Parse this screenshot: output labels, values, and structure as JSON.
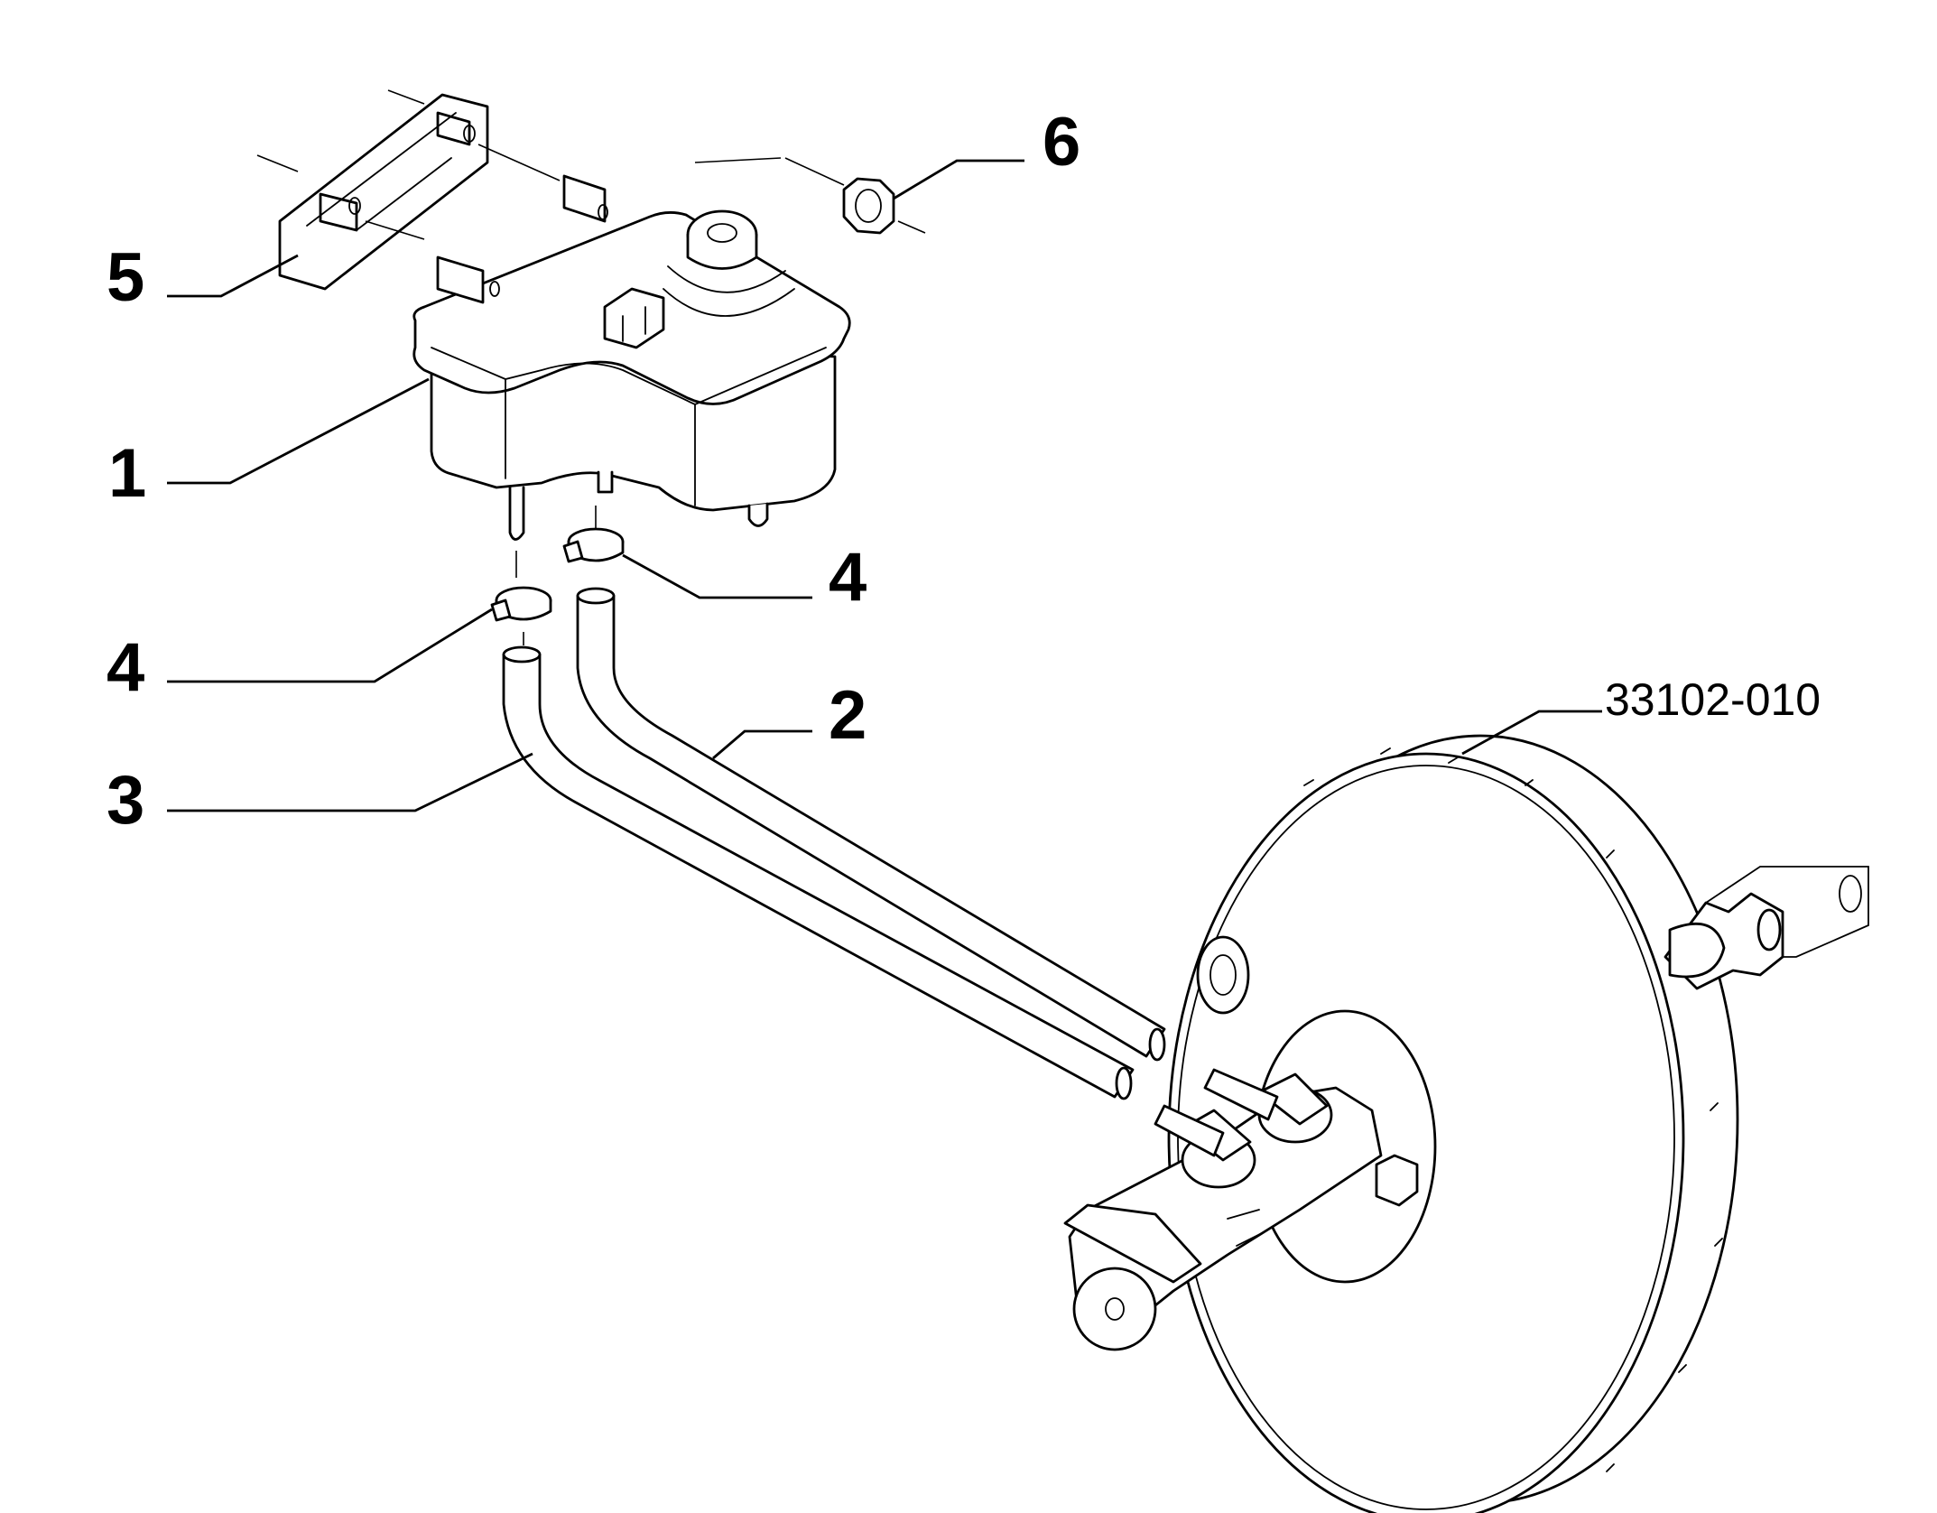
{
  "callouts": [
    {
      "id": "c1",
      "label": "1"
    },
    {
      "id": "c2",
      "label": "2"
    },
    {
      "id": "c3",
      "label": "3"
    },
    {
      "id": "c4a",
      "label": "4"
    },
    {
      "id": "c4b",
      "label": "4"
    },
    {
      "id": "c5",
      "label": "5"
    },
    {
      "id": "c6",
      "label": "6"
    }
  ],
  "reference": {
    "label": "33102-010"
  }
}
